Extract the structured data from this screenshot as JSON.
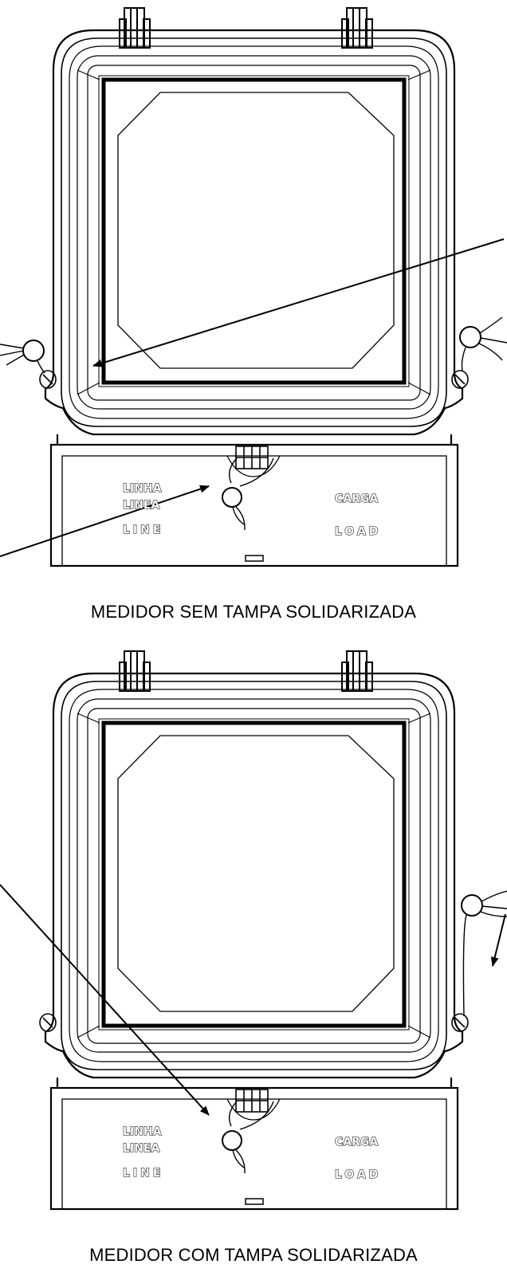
{
  "meters": [
    {
      "caption": "MEDIDOR  SEM TAMPA SOLIDARIZADA",
      "line_labels": [
        "LINHA",
        "LINEA",
        "LINE"
      ],
      "load_labels": [
        "CARGA",
        "LOAD"
      ]
    },
    {
      "caption": "MEDIDOR  COM TAMPA SOLIDARIZADA",
      "line_labels": [
        "LINHA",
        "LINEA",
        "LINE"
      ],
      "load_labels": [
        "CARGA",
        "LOAD"
      ]
    }
  ]
}
